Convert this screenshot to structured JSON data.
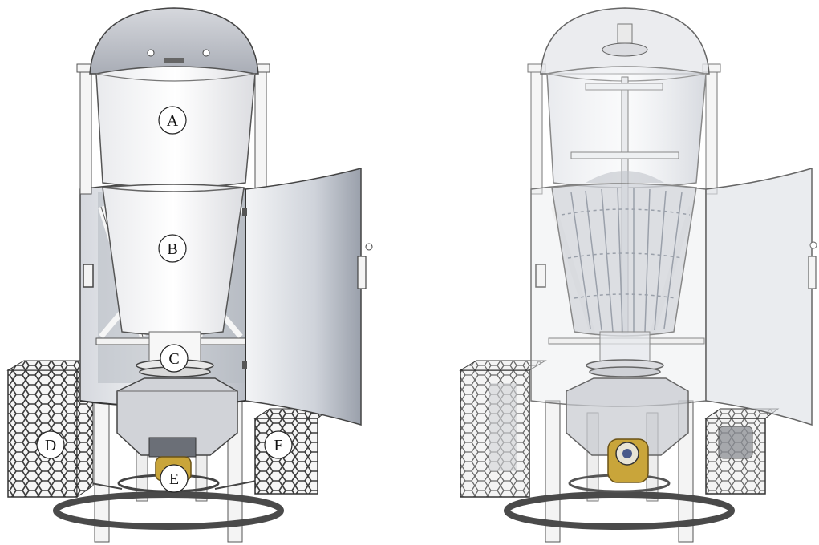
{
  "figure": {
    "views": [
      {
        "name": "opaque-view"
      },
      {
        "name": "transparent-view"
      }
    ],
    "callouts": {
      "A": "A",
      "B": "B",
      "C": "C",
      "D": "D",
      "E": "E",
      "F": "F"
    },
    "colors": {
      "frame": "#f4f4f4",
      "frame_stroke": "#555555",
      "shell": "#e4e6ea",
      "shell_dark": "#9ea3ad",
      "dome": "#c7c9cf",
      "mesh": "#3d3d3d",
      "base_ring": "#4a4a4a",
      "filter_gold": "#c9a53a"
    }
  }
}
